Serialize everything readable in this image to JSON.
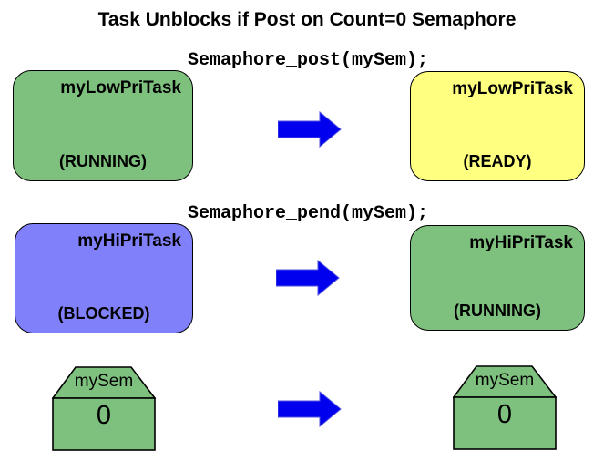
{
  "title": "Task Unblocks if Post on Count=0 Semaphore",
  "code_labels": {
    "post": "Semaphore_post(mySem);",
    "pend": "Semaphore_pend(mySem);"
  },
  "tasks": {
    "low_before": {
      "name": "myLowPriTask",
      "state": "(RUNNING)"
    },
    "low_after": {
      "name": "myLowPriTask",
      "state": "(READY)"
    },
    "hi_before": {
      "name": "myHiPriTask",
      "state": "(BLOCKED)"
    },
    "hi_after": {
      "name": "myHiPriTask",
      "state": "(RUNNING)"
    }
  },
  "semaphores": {
    "before": {
      "label": "mySem",
      "count": "0"
    },
    "after": {
      "label": "mySem",
      "count": "0"
    }
  },
  "colors": {
    "task_green": "#7EC17E",
    "ready_yellow": "#FFFF80",
    "blocked_lavender": "#8080FA",
    "arrow_blue": "#0000EE",
    "arrow_edge": "#5050E0",
    "outline_black": "#000000"
  }
}
